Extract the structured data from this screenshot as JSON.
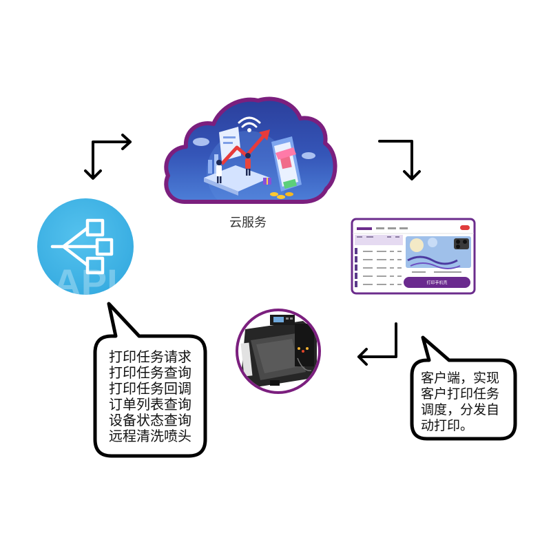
{
  "cloud": {
    "label": "云服务"
  },
  "api": {
    "watermark": "API"
  },
  "client_screen": {
    "button_label": "打印手机壳"
  },
  "bubble_left": {
    "lines": [
      "打印任务请求",
      "打印任务查询",
      "打印任务回调",
      "订单列表查询",
      "设备状态查询",
      "远程清洗喷头"
    ]
  },
  "bubble_right": {
    "lines": [
      "客户端，实现",
      "客户打印任务",
      "调度，分发自",
      "动打印。"
    ]
  },
  "colors": {
    "purple_outline": "#7b1f7e",
    "api_blue": "#3fb4e6",
    "arrow": "#000000",
    "button_purple": "#6a2a8e"
  }
}
